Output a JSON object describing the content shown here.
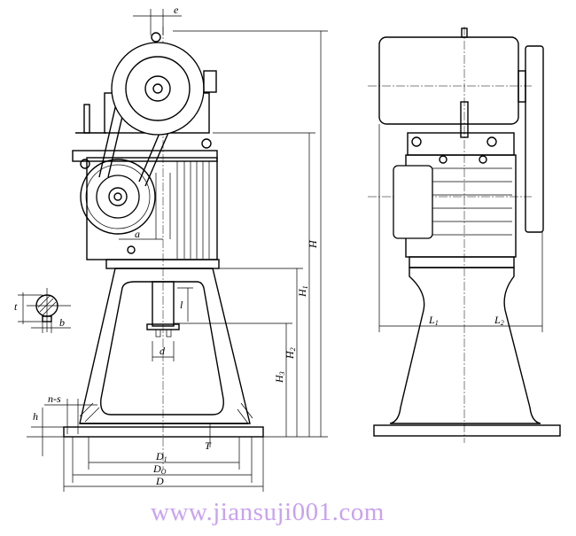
{
  "labels": {
    "e": "e",
    "a": "a",
    "t": "t",
    "b": "b",
    "l": "l",
    "d": "d",
    "n_s": "n-s",
    "h": "h",
    "T": "T",
    "D1": "D",
    "D1_sub": "1",
    "D0": "D",
    "D0_sub": "O",
    "D": "D",
    "H": "H",
    "H1": "H",
    "H1_sub": "1",
    "H2": "H",
    "H2_sub": "2",
    "H3": "H",
    "H3_sub": "3",
    "L1": "L",
    "L1_sub": "1",
    "L2": "L",
    "L2_sub": "2"
  },
  "watermark": "www.jiansuji001.com",
  "colors": {
    "line": "#000000",
    "watermark": "#c9a2f0"
  }
}
